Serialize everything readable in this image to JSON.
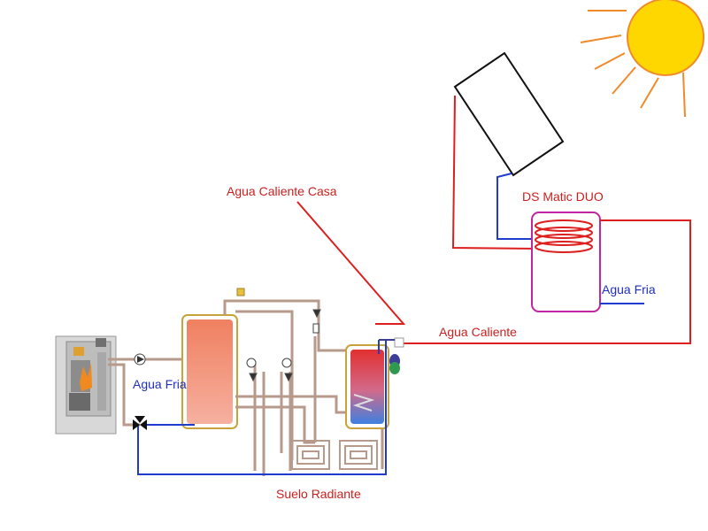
{
  "labels": {
    "agua_caliente_casa": "Agua Caliente Casa",
    "ds_matic_duo": "DS Matic DUO",
    "agua_fria_right": "Agua Fria",
    "agua_caliente": "Agua Caliente",
    "agua_fria_left": "Agua Fria",
    "suelo_radiante": "Suelo Radiante"
  },
  "colors": {
    "hot_pipe": "#dd1f1f",
    "cold_pipe": "#1f3bd0",
    "label_red": "#cc1f1f",
    "label_blue": "#1f2fbf",
    "sun_fill": "#ffd700",
    "sun_rays": "#f08a2a",
    "tank_outline": "#c0269e"
  },
  "icons": [
    "sun-icon",
    "solar-panel-icon",
    "boiler-stove-icon",
    "buffer-tank-icon",
    "water-heater-icon",
    "valve-icon",
    "pump-icon",
    "underfloor-coil-icon"
  ]
}
